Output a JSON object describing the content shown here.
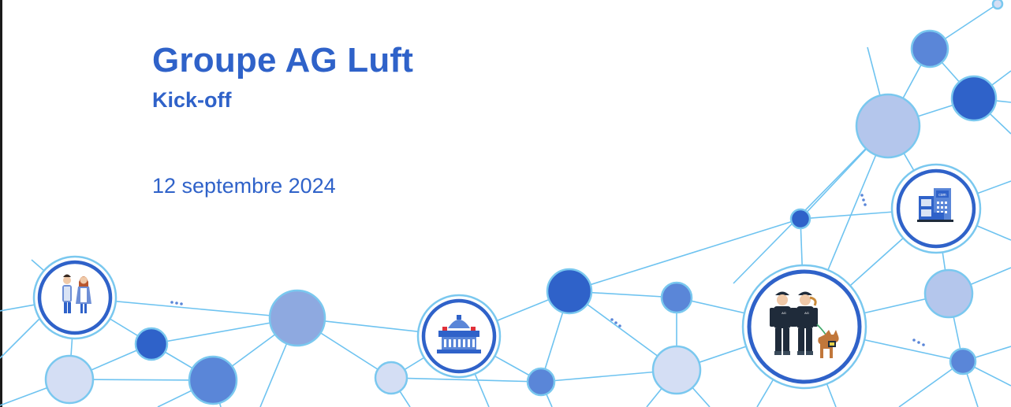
{
  "slide": {
    "title": "Groupe AG Luft",
    "subtitle": "Kick-off",
    "date": "12 septembre 2024"
  },
  "colors": {
    "accent": "#2f62c9",
    "line": "#6ec3f0",
    "node_dark": "#2f62c9",
    "node_mid": "#5a86d8",
    "node_soft": "#8ea9e0",
    "node_light": "#b4c6ec",
    "node_pale": "#d4def4",
    "ring": "#7ac8ef"
  },
  "icons": [
    "people-icon",
    "parliament-building-icon",
    "security-staff-with-dog-icon",
    "office-building-icon"
  ],
  "badge_texts": [
    "com",
    "AG"
  ]
}
